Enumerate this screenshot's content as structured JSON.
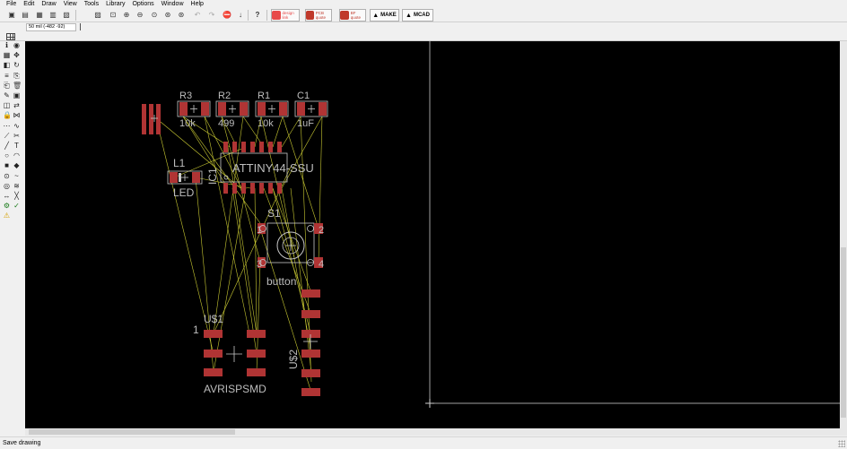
{
  "menu": [
    "File",
    "Edit",
    "Draw",
    "View",
    "Tools",
    "Library",
    "Options",
    "Window",
    "Help"
  ],
  "toolbar": {
    "buttons": [
      {
        "name": "open-icon",
        "glyph": "▣"
      },
      {
        "name": "save-icon",
        "glyph": "▤"
      },
      {
        "name": "print-icon",
        "glyph": "▦"
      },
      {
        "name": "cam-icon",
        "glyph": "▥"
      },
      {
        "name": "board-icon",
        "glyph": "▧"
      },
      {
        "name": "schematic-icon",
        "glyph": "▨"
      },
      {
        "name": "zoom-fit-icon",
        "glyph": "⊡"
      },
      {
        "name": "zoom-in-icon",
        "glyph": "⊕"
      },
      {
        "name": "zoom-out-icon",
        "glyph": "⊖"
      },
      {
        "name": "zoom-redraw-icon",
        "glyph": "⊙"
      },
      {
        "name": "zoom-select-icon",
        "glyph": "⊛"
      },
      {
        "name": "undo-icon",
        "glyph": "↶"
      },
      {
        "name": "redo-icon",
        "glyph": "↷"
      },
      {
        "name": "stop-icon",
        "glyph": "⛔"
      },
      {
        "name": "go-icon",
        "glyph": "↓"
      },
      {
        "name": "help-icon",
        "glyph": "?"
      }
    ],
    "links": [
      {
        "name": "element14-link",
        "label": "design link",
        "color": "#e84a4a"
      },
      {
        "name": "pcb-quote-link",
        "label": "PCB quote",
        "color": "#c0392b"
      },
      {
        "name": "bom-quote-link",
        "label": "BF quote",
        "color": "#c0392b"
      },
      {
        "name": "make-link",
        "label": "MAKE",
        "color": "#555555"
      },
      {
        "name": "mcad-link",
        "label": "MCAD",
        "color": "#555555"
      }
    ]
  },
  "command": {
    "coordinate": "50 mil (-482 -92)"
  },
  "left_tools": [
    "info-icon",
    "show-icon",
    "layer-icon",
    "move-icon",
    "mirror-icon",
    "rotate-icon",
    "align-icon",
    "copy-icon",
    "paste-icon",
    "delete-icon",
    "wrench-icon",
    "group-icon",
    "change-icon",
    "replace-icon",
    "lock-icon",
    "split-icon",
    "optimize-icon",
    "meander-icon",
    "route-icon",
    "ripup-icon",
    "wire-icon",
    "text-icon",
    "circle-icon",
    "arc-icon",
    "rect-icon",
    "polygon-icon",
    "via-icon",
    "signal-icon",
    "hole-icon",
    "attribute-icon",
    "dimension-icon",
    "ratsnest-icon",
    "autoroute-icon",
    "drc-icon",
    "erc-icon"
  ],
  "board": {
    "components": [
      {
        "ref": "R3",
        "value": "10k"
      },
      {
        "ref": "R2",
        "value": "499"
      },
      {
        "ref": "R1",
        "value": "10k"
      },
      {
        "ref": "C1",
        "value": "1uF"
      },
      {
        "ref": "L1",
        "value": "LED"
      },
      {
        "ref": "IC1",
        "value": "ATTINY44-SSU"
      },
      {
        "ref": "S1",
        "value": "button"
      },
      {
        "ref": "U$1",
        "value": "AVRISPSMD"
      },
      {
        "ref": "U$2",
        "value": ""
      }
    ],
    "s1_pins": [
      "1",
      "2",
      "3",
      "4"
    ],
    "u1_pin1": "1",
    "colors": {
      "pad": "#b03434",
      "silk": "#c8c8c8",
      "ratsnest": "#c8c832",
      "background": "#000000",
      "frame": "#a0a0a0"
    }
  },
  "status": {
    "message": "Save drawing"
  }
}
